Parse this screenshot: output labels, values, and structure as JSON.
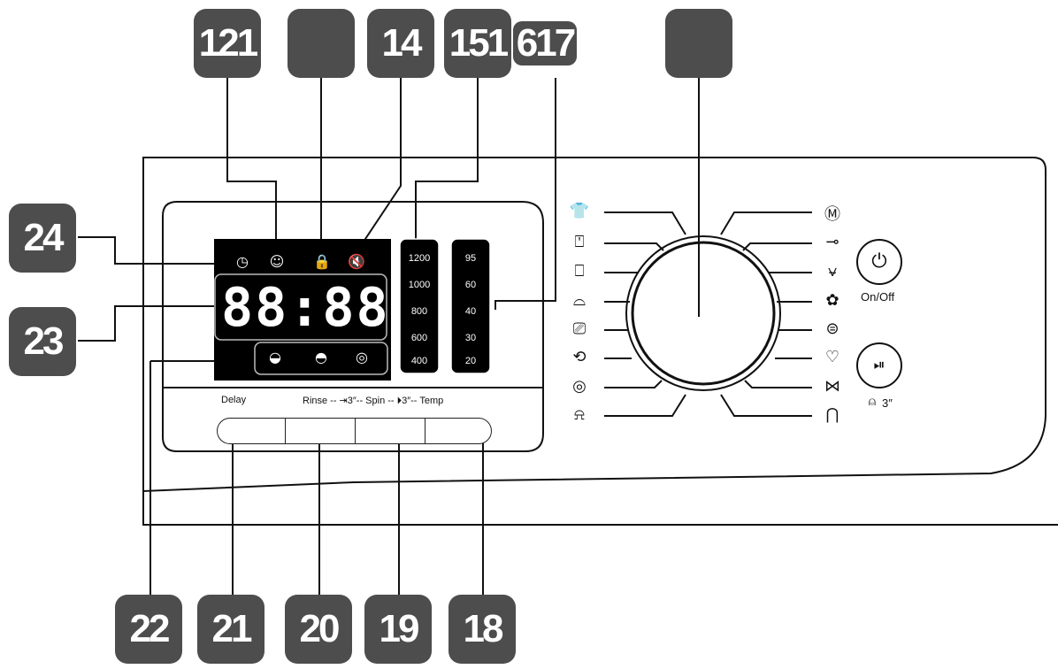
{
  "callouts": {
    "top": [
      "121",
      "",
      "14",
      "151",
      "617",
      ""
    ],
    "left": [
      "24",
      "23"
    ],
    "bottom": [
      "22",
      "21",
      "20",
      "19",
      "18"
    ]
  },
  "display": {
    "digits": "88:88",
    "spin_values": [
      "1200",
      "1000",
      "800",
      "600",
      "400"
    ],
    "temp_values": [
      "95",
      "60",
      "40",
      "30",
      "20"
    ]
  },
  "buttons": {
    "delay": "Delay",
    "rinse_spin_temp": "Rinse -- ⇥3″-- Spin -- ⏵3″-- Temp",
    "on_off": "On/Off",
    "hold": "3″"
  },
  "icons": {
    "lcd": [
      "clock-icon",
      "smile-icon",
      "lock-icon",
      "mute-icon",
      "wash-icon",
      "rinse-icon",
      "spin-icon"
    ],
    "programs_left": [
      "shirt-icon",
      "tag-icon",
      "mixed-icon",
      "duvet-icon",
      "drum-clean-icon",
      "quick-icon",
      "spin-only-icon",
      "rinse-spin-icon"
    ],
    "programs_right": [
      "my-cycle-icon",
      "allergy-icon",
      "shirts-icon",
      "eco-icon",
      "wool-icon",
      "baby-icon",
      "delicates-icon",
      "jeans-icon"
    ],
    "power": "power-icon",
    "start_pause": "start-pause-icon"
  },
  "colors": {
    "callout": "#4d4d4d",
    "lcd": "#000000",
    "line": "#111111"
  }
}
